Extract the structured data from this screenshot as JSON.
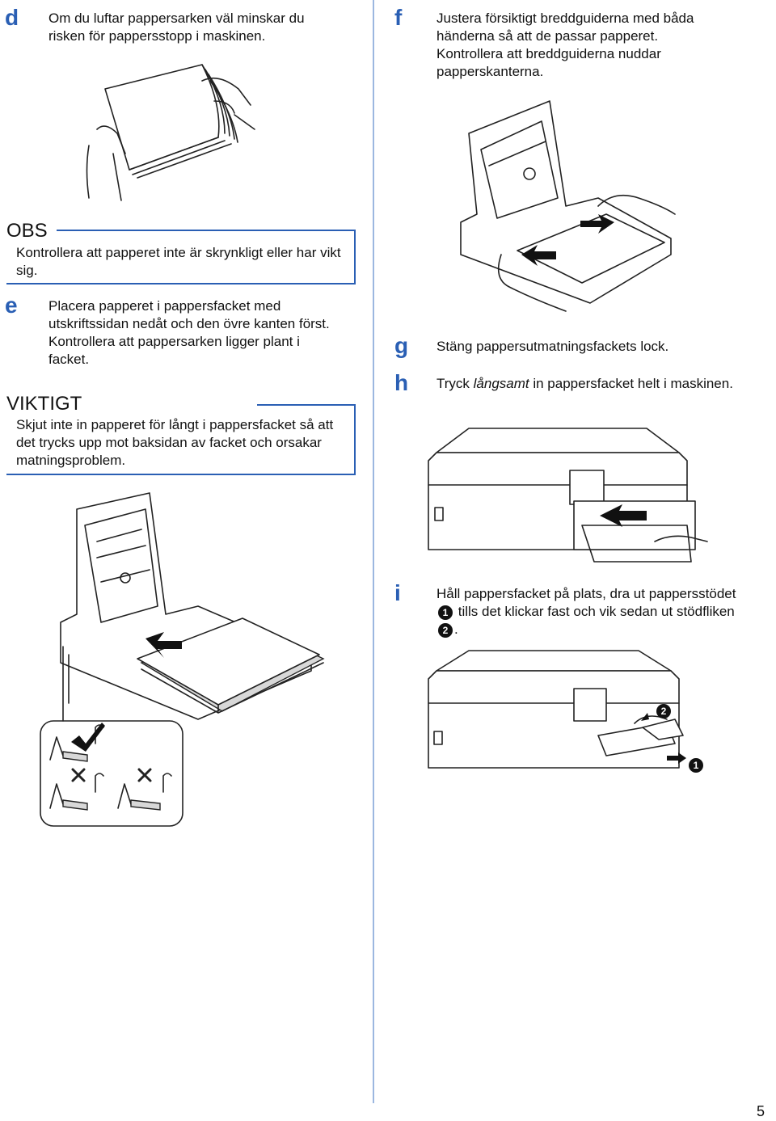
{
  "page_number": "5",
  "steps": {
    "d": {
      "letter": "d",
      "text": "Om du luftar pappersarken väl minskar du risken för pappersstopp i maskinen."
    },
    "e": {
      "letter": "e",
      "text": "Placera papperet i pappersfacket med utskriftssidan nedåt och den övre kanten först. Kontrollera att pappersarken ligger plant i facket."
    },
    "f": {
      "letter": "f",
      "text": "Justera försiktigt breddguiderna med båda händerna så att de passar papperet. Kontrollera att breddguiderna nuddar papperskanterna."
    },
    "g": {
      "letter": "g",
      "text": "Stäng pappersutmatningsfackets lock."
    },
    "h": {
      "letter": "h",
      "text_before": "Tryck ",
      "text_emph": "långsamt",
      "text_after": " in pappersfacket helt i maskinen."
    },
    "i": {
      "letter": "i",
      "text_1": "Håll pappersfacket på plats, dra ut pappersstödet ",
      "text_2": " tills det klickar fast och vik sedan ut stödfliken ",
      "text_3": "."
    }
  },
  "obs": {
    "title": "OBS",
    "text": "Kontrollera att papperet inte är skrynkligt eller har vikt sig."
  },
  "viktigt": {
    "title": "VIKTIGT",
    "text": "Skjut inte in papperet för långt i pappersfacket så att det trycks upp mot baksidan av facket och orsakar matningsproblem."
  },
  "callouts": {
    "one": "1",
    "two": "2"
  },
  "colors": {
    "accent": "#2a5fb4",
    "divider": "#9cb7e0"
  }
}
